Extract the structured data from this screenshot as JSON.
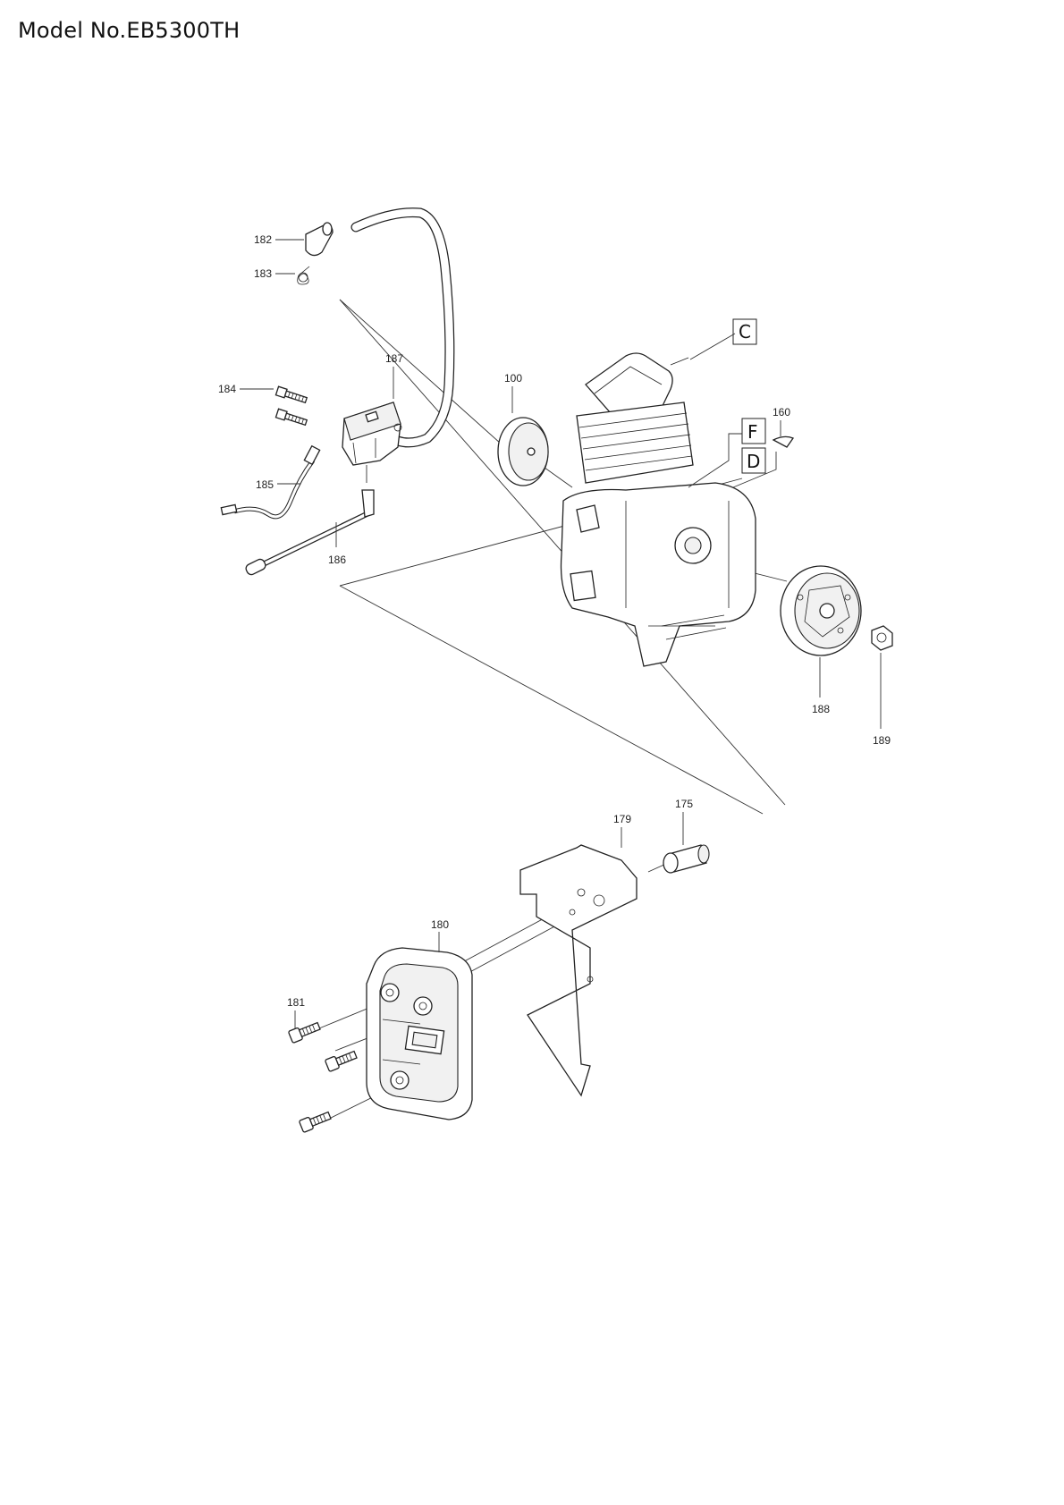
{
  "page": {
    "title": "Model No.EB5300TH"
  },
  "parts": [
    {
      "id": "p182",
      "number": "182"
    },
    {
      "id": "p183",
      "number": "183"
    },
    {
      "id": "p184",
      "number": "184"
    },
    {
      "id": "p185",
      "number": "185"
    },
    {
      "id": "p186",
      "number": "186"
    },
    {
      "id": "p187",
      "number": "187"
    },
    {
      "id": "p100",
      "number": "100"
    },
    {
      "id": "p160",
      "number": "160"
    },
    {
      "id": "p188",
      "number": "188"
    },
    {
      "id": "p189",
      "number": "189"
    },
    {
      "id": "p175",
      "number": "175"
    },
    {
      "id": "p179",
      "number": "179"
    },
    {
      "id": "p180",
      "number": "180"
    },
    {
      "id": "p181",
      "number": "181"
    }
  ],
  "references": [
    {
      "id": "refC",
      "letter": "C"
    },
    {
      "id": "refF",
      "letter": "F"
    },
    {
      "id": "refD",
      "letter": "D"
    }
  ]
}
